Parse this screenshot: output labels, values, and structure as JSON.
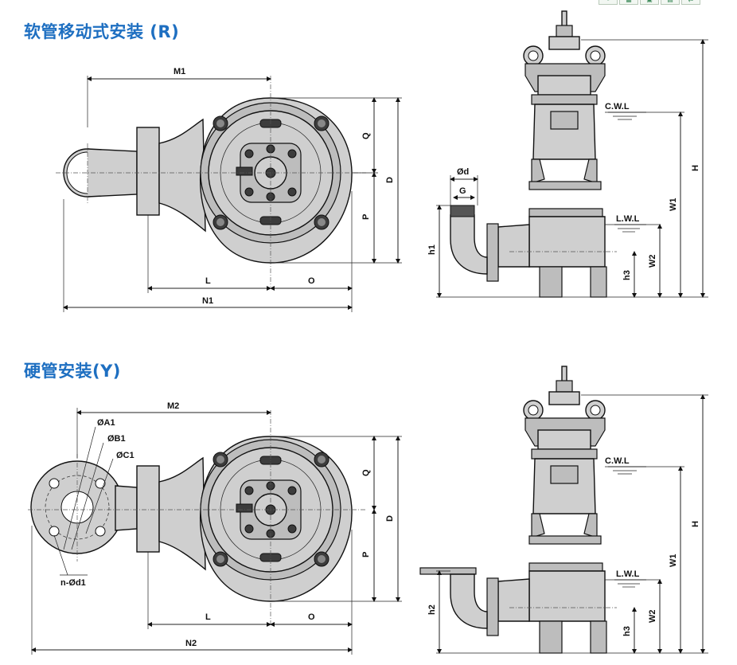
{
  "titles": {
    "flex_install": "软管移动式安装 (R)",
    "rigid_install": "硬管安装(Y)"
  },
  "toolbar": {
    "icons": [
      "page-icon",
      "grid-icon",
      "image-icon",
      "doc-icon",
      "link-icon"
    ]
  },
  "labels_r_top": {
    "m1": "M1",
    "q": "Q",
    "d": "D",
    "p": "P",
    "l": "L",
    "o": "O",
    "n1": "N1"
  },
  "labels_r_side": {
    "od": "Ød",
    "g": "G",
    "cwl": "C.W.L",
    "lwl": "L.W.L",
    "h": "H",
    "w1": "W1",
    "w2": "W2",
    "h1": "h1",
    "h3": "h3"
  },
  "labels_y_top": {
    "m2": "M2",
    "a1": "ØA1",
    "b1": "ØB1",
    "c1": "ØC1",
    "nd1": "n-Ød1",
    "q": "Q",
    "d": "D",
    "p": "P",
    "l": "L",
    "o": "O",
    "n2": "N2"
  },
  "labels_y_side": {
    "cwl": "C.W.L",
    "lwl": "L.W.L",
    "h": "H",
    "w1": "W1",
    "w2": "W2",
    "h2": "h2",
    "h3": "h3"
  }
}
